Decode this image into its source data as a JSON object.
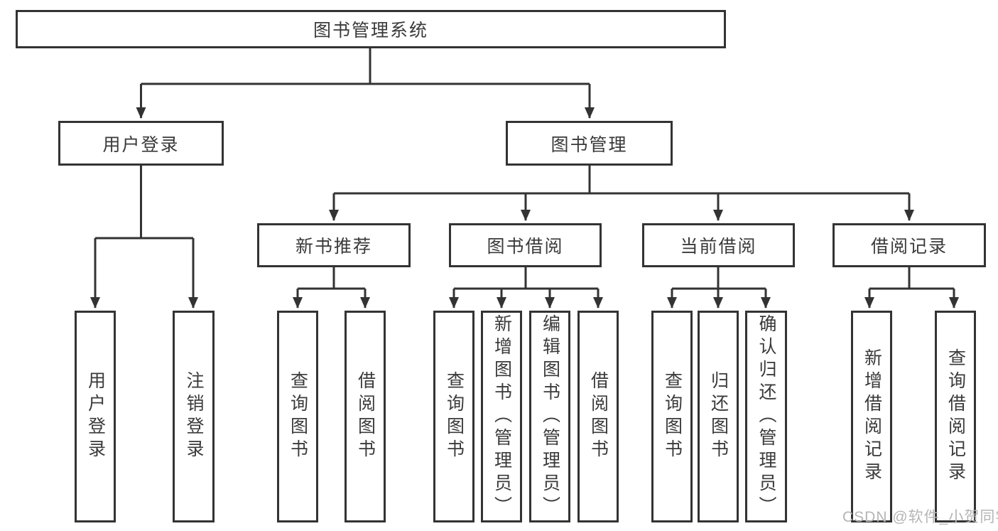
{
  "title": "图书管理系统",
  "tree": {
    "root": "图书管理系统",
    "branches": [
      {
        "label": "用户登录",
        "children": [
          "用户登录",
          "注销登录"
        ]
      },
      {
        "label": "图书管理",
        "groups": [
          {
            "label": "新书推荐",
            "children": [
              "查询图书",
              "借阅图书"
            ]
          },
          {
            "label": "图书借阅",
            "children": [
              "查询图书",
              "新增图书（管理员）",
              "编辑图书（管理员）",
              "借阅图书"
            ]
          },
          {
            "label": "当前借阅",
            "children": [
              "查询图书",
              "归还图书",
              "确认归还（管理员）"
            ]
          },
          {
            "label": "借阅记录",
            "children": [
              "新增借阅记录",
              "查询借阅记录"
            ]
          }
        ]
      }
    ]
  },
  "watermark": "CSDN @软件_小贺同学",
  "colors": {
    "line": "#333333",
    "text": "#3a3a3a",
    "watermark": "#b5b5b5",
    "background": "#ffffff"
  }
}
